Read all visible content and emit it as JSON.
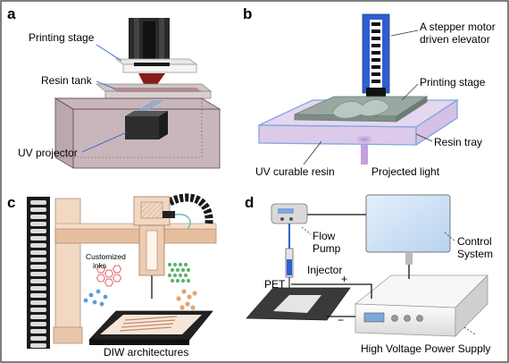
{
  "panels": [
    {
      "id": "a",
      "letter": "a",
      "labels": {
        "printing_stage": "Printing stage",
        "resin_tank": "Resin tank",
        "uv_projector": "UV projector"
      }
    },
    {
      "id": "b",
      "letter": "b",
      "labels": {
        "elevator_line1": "A stepper motor",
        "elevator_line2": "driven elevator",
        "printing_stage": "Printing stage",
        "resin_tray": "Resin tray",
        "uv_resin": "UV curable resin",
        "projected_light": "Projected light"
      }
    },
    {
      "id": "c",
      "letter": "c",
      "labels": {
        "inks_line1": "Customized",
        "inks_line2": "inks",
        "caption": "DIW architectures"
      }
    },
    {
      "id": "d",
      "letter": "d",
      "labels": {
        "flow_pump_line1": "Flow",
        "flow_pump_line2": "Pump",
        "injector": "Injector",
        "pet": "PET",
        "plus": "+",
        "minus": "−",
        "control_line1": "Control",
        "control_line2": "System",
        "hv_supply": "High Voltage Power Supply"
      }
    }
  ],
  "colors": {
    "frame": "#555555",
    "tank_fill": "#9c7a86",
    "tray_fill": "#d7c6e6",
    "tray_edge": "#7fa6e0",
    "elevator_blue": "#2f5fcf",
    "stage_gray": "#8e9b96",
    "print_copper": "#e4c0a6",
    "print_beige": "#f1d8c2",
    "monitor_blue": "#c8def5",
    "hv_box": "#f2f2f2",
    "pet_dark": "#3a3a3a"
  },
  "icons": {
    "uv_projector": "projector-box-icon",
    "elevator": "stepper-elevator-icon",
    "pump": "flow-pump-icon",
    "syringe": "injector-icon",
    "monitor": "monitor-icon",
    "power_supply": "power-supply-icon"
  }
}
